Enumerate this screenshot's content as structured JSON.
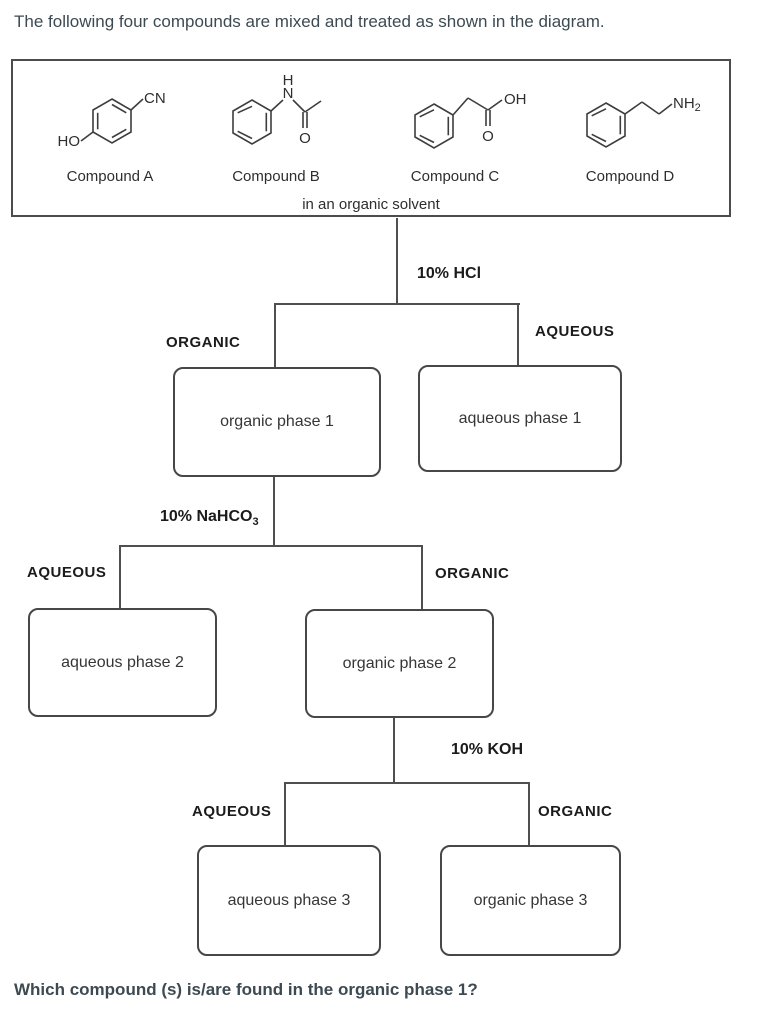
{
  "colors": {
    "text_primary": "#3d4a52",
    "diagram_ink": "#3f3f3f"
  },
  "title": "The following four compounds are mixed and treated as shown in the diagram.",
  "question": "Which compound (s) is/are found in the organic phase 1?",
  "mixture": {
    "solvent_note": "in an organic solvent",
    "compounds": [
      {
        "label": "Compound A"
      },
      {
        "label": "Compound B"
      },
      {
        "label": "Compound C"
      },
      {
        "label": "Compound D"
      }
    ]
  },
  "structures": {
    "a": {
      "ho": "HO",
      "cn": "CN"
    },
    "b": {
      "h": "H",
      "n": "N",
      "o": "O"
    },
    "c": {
      "oh": "OH",
      "o": "O"
    },
    "d": {
      "nh": "NH",
      "nh_sub": "2"
    }
  },
  "flowchart": {
    "splits": [
      {
        "reagent": "10% HCl",
        "left_label": "ORGANIC",
        "right_label": "AQUEOUS",
        "left_box": "organic phase 1",
        "right_box": "aqueous phase 1"
      },
      {
        "reagent_main": "10% NaHCO",
        "reagent_sub": "3",
        "left_label": "AQUEOUS",
        "right_label": "ORGANIC",
        "left_box": "aqueous phase 2",
        "right_box": "organic phase 2"
      },
      {
        "reagent": "10% KOH",
        "left_label": "AQUEOUS",
        "right_label": "ORGANIC",
        "left_box": "aqueous phase 3",
        "right_box": "organic phase 3"
      }
    ]
  }
}
